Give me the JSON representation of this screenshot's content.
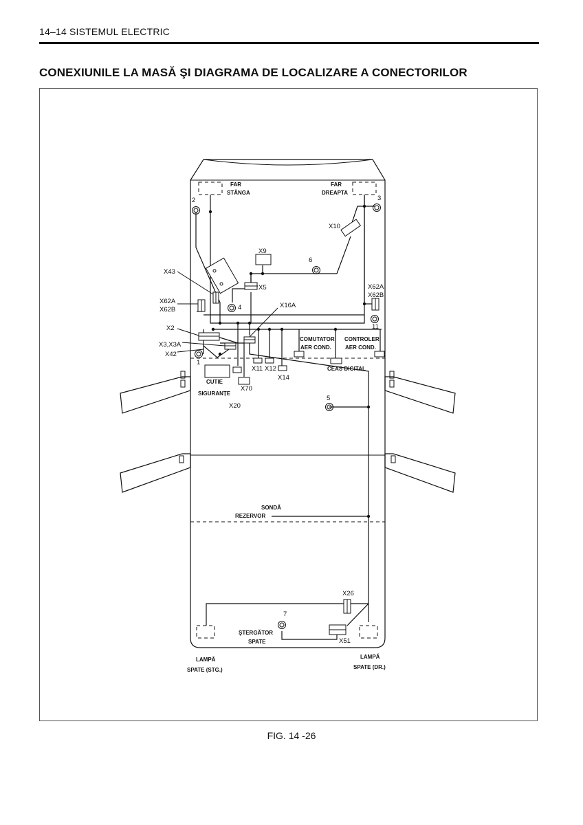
{
  "header": {
    "section": "14–14  SISTEMUL ELECTRIC"
  },
  "title": "CONEXIUNILE LA MASĂ ŞI DIAGRAMA DE LOCALIZARE A CONECTORILOR",
  "caption": "FIG. 14 -26",
  "diagram": {
    "labels": {
      "far_stanga_1": "FAR",
      "far_stanga_2": "STÂNGA",
      "far_dreapta_1": "FAR",
      "far_dreapta_2": "DREAPTA",
      "x9": "X9",
      "x10": "X10",
      "x5": "X5",
      "x43": "X43",
      "x62a_l": "X62A",
      "x62b_l": "X62B",
      "x62a_r": "X62A",
      "x62b_r": "X62B",
      "x2": "X2",
      "x3x3a": "X3,X3A",
      "x42": "X42",
      "x16a": "X16A",
      "comutator_1": "COMUTATOR",
      "comutator_2": "AER  COND.",
      "controler_1": "CONTROLER",
      "controler_2": "AER  COND.",
      "x11": "X11",
      "x12": "X12",
      "x14": "X14",
      "ceas": "CEAS    DIGITAL",
      "cutie_1": "CUTIE",
      "cutie_2": "SIGURANȚE",
      "x70": "X70",
      "x20": "X20",
      "sonda_1": "SONDĂ",
      "sonda_2": "REZERVOR",
      "x26": "X26",
      "x51": "X51",
      "stergator_1": "ŞTERGĂTOR",
      "stergator_2": "SPATE",
      "lampa_stg_1": "LAMPĂ",
      "lampa_stg_2": "SPATE (STG.)",
      "lampa_dr_1": "LAMPĂ",
      "lampa_dr_2": "SPATE (DR.)"
    },
    "ground_points": {
      "g1": "1",
      "g2": "2",
      "g3": "3",
      "g4": "4",
      "g5": "5",
      "g6": "6",
      "g7": "7",
      "g11": "11"
    }
  }
}
